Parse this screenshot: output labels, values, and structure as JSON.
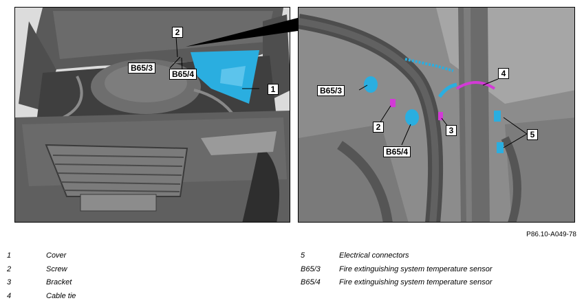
{
  "figure_ref": "P86.10-A049-78",
  "colors": {
    "highlight_cyan": "#2aaee0",
    "highlight_magenta": "#d23ad6"
  },
  "left_view": {
    "callouts": {
      "c1": "1",
      "c2": "2",
      "b65_3": "B65/3",
      "b65_4": "B65/4"
    }
  },
  "right_view": {
    "callouts": {
      "b65_3": "B65/3",
      "c2": "2",
      "b65_4": "B65/4",
      "c3": "3",
      "c4": "4",
      "c5": "5"
    }
  },
  "legend": {
    "left": [
      {
        "key": "1",
        "value": "Cover"
      },
      {
        "key": "2",
        "value": "Screw"
      },
      {
        "key": "3",
        "value": "Bracket"
      },
      {
        "key": "4",
        "value": "Cable tie"
      }
    ],
    "right": [
      {
        "key": "5",
        "value": "Electrical connectors"
      },
      {
        "key": "B65/3",
        "value": "Fire extinguishing system temperature sensor"
      },
      {
        "key": "B65/4",
        "value": "Fire extinguishing system temperature sensor"
      }
    ]
  }
}
